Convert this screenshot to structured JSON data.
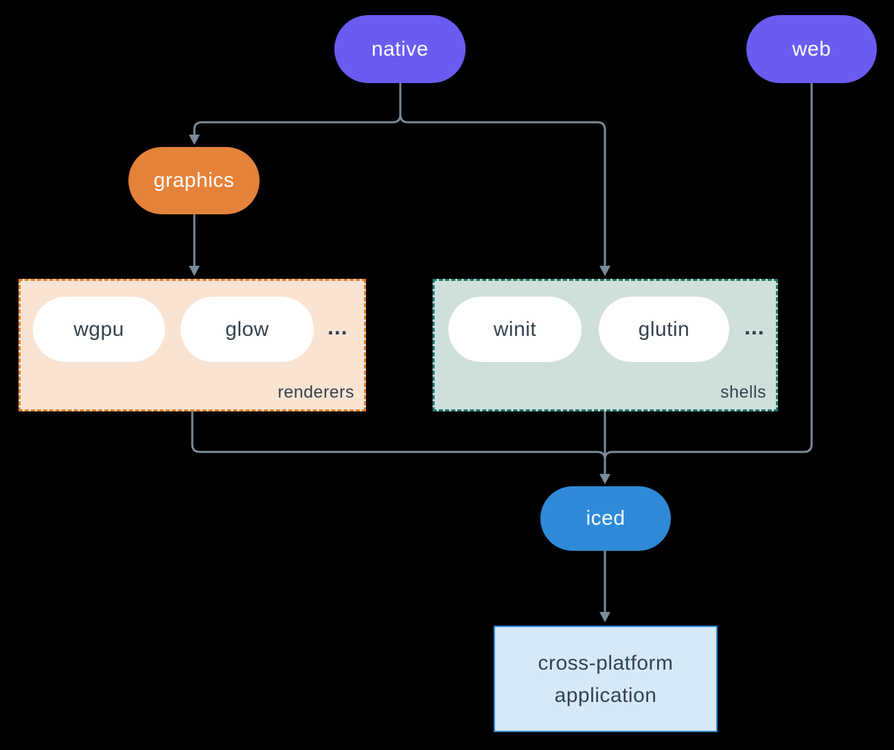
{
  "diagram": {
    "nodes": {
      "native": {
        "label": "native"
      },
      "web": {
        "label": "web"
      },
      "graphics": {
        "label": "graphics"
      },
      "iced": {
        "label": "iced"
      },
      "application": {
        "line1": "cross-platform",
        "line2": "application"
      }
    },
    "groups": {
      "renderers": {
        "label": "renderers",
        "items": [
          "wgpu",
          "glow"
        ],
        "ellipsis": "..."
      },
      "shells": {
        "label": "shells",
        "items": [
          "winit",
          "glutin"
        ],
        "ellipsis": "..."
      }
    },
    "colors": {
      "background": "#000000",
      "node_purple": "#6a5cf1",
      "node_orange": "#e5823a",
      "node_blue": "#2e8ad9",
      "pill_white": "#ffffff",
      "renderers_fill": "#f9e4d3",
      "renderers_border": "#e0802d",
      "shells_fill": "#cfe0da",
      "shells_border": "#1e756a",
      "app_fill": "#d6e9f9",
      "app_border": "#2e8ad9",
      "edge_gray": "#7b8b9a",
      "dark_text": "#35424e",
      "light_text": "#ffffff"
    }
  }
}
